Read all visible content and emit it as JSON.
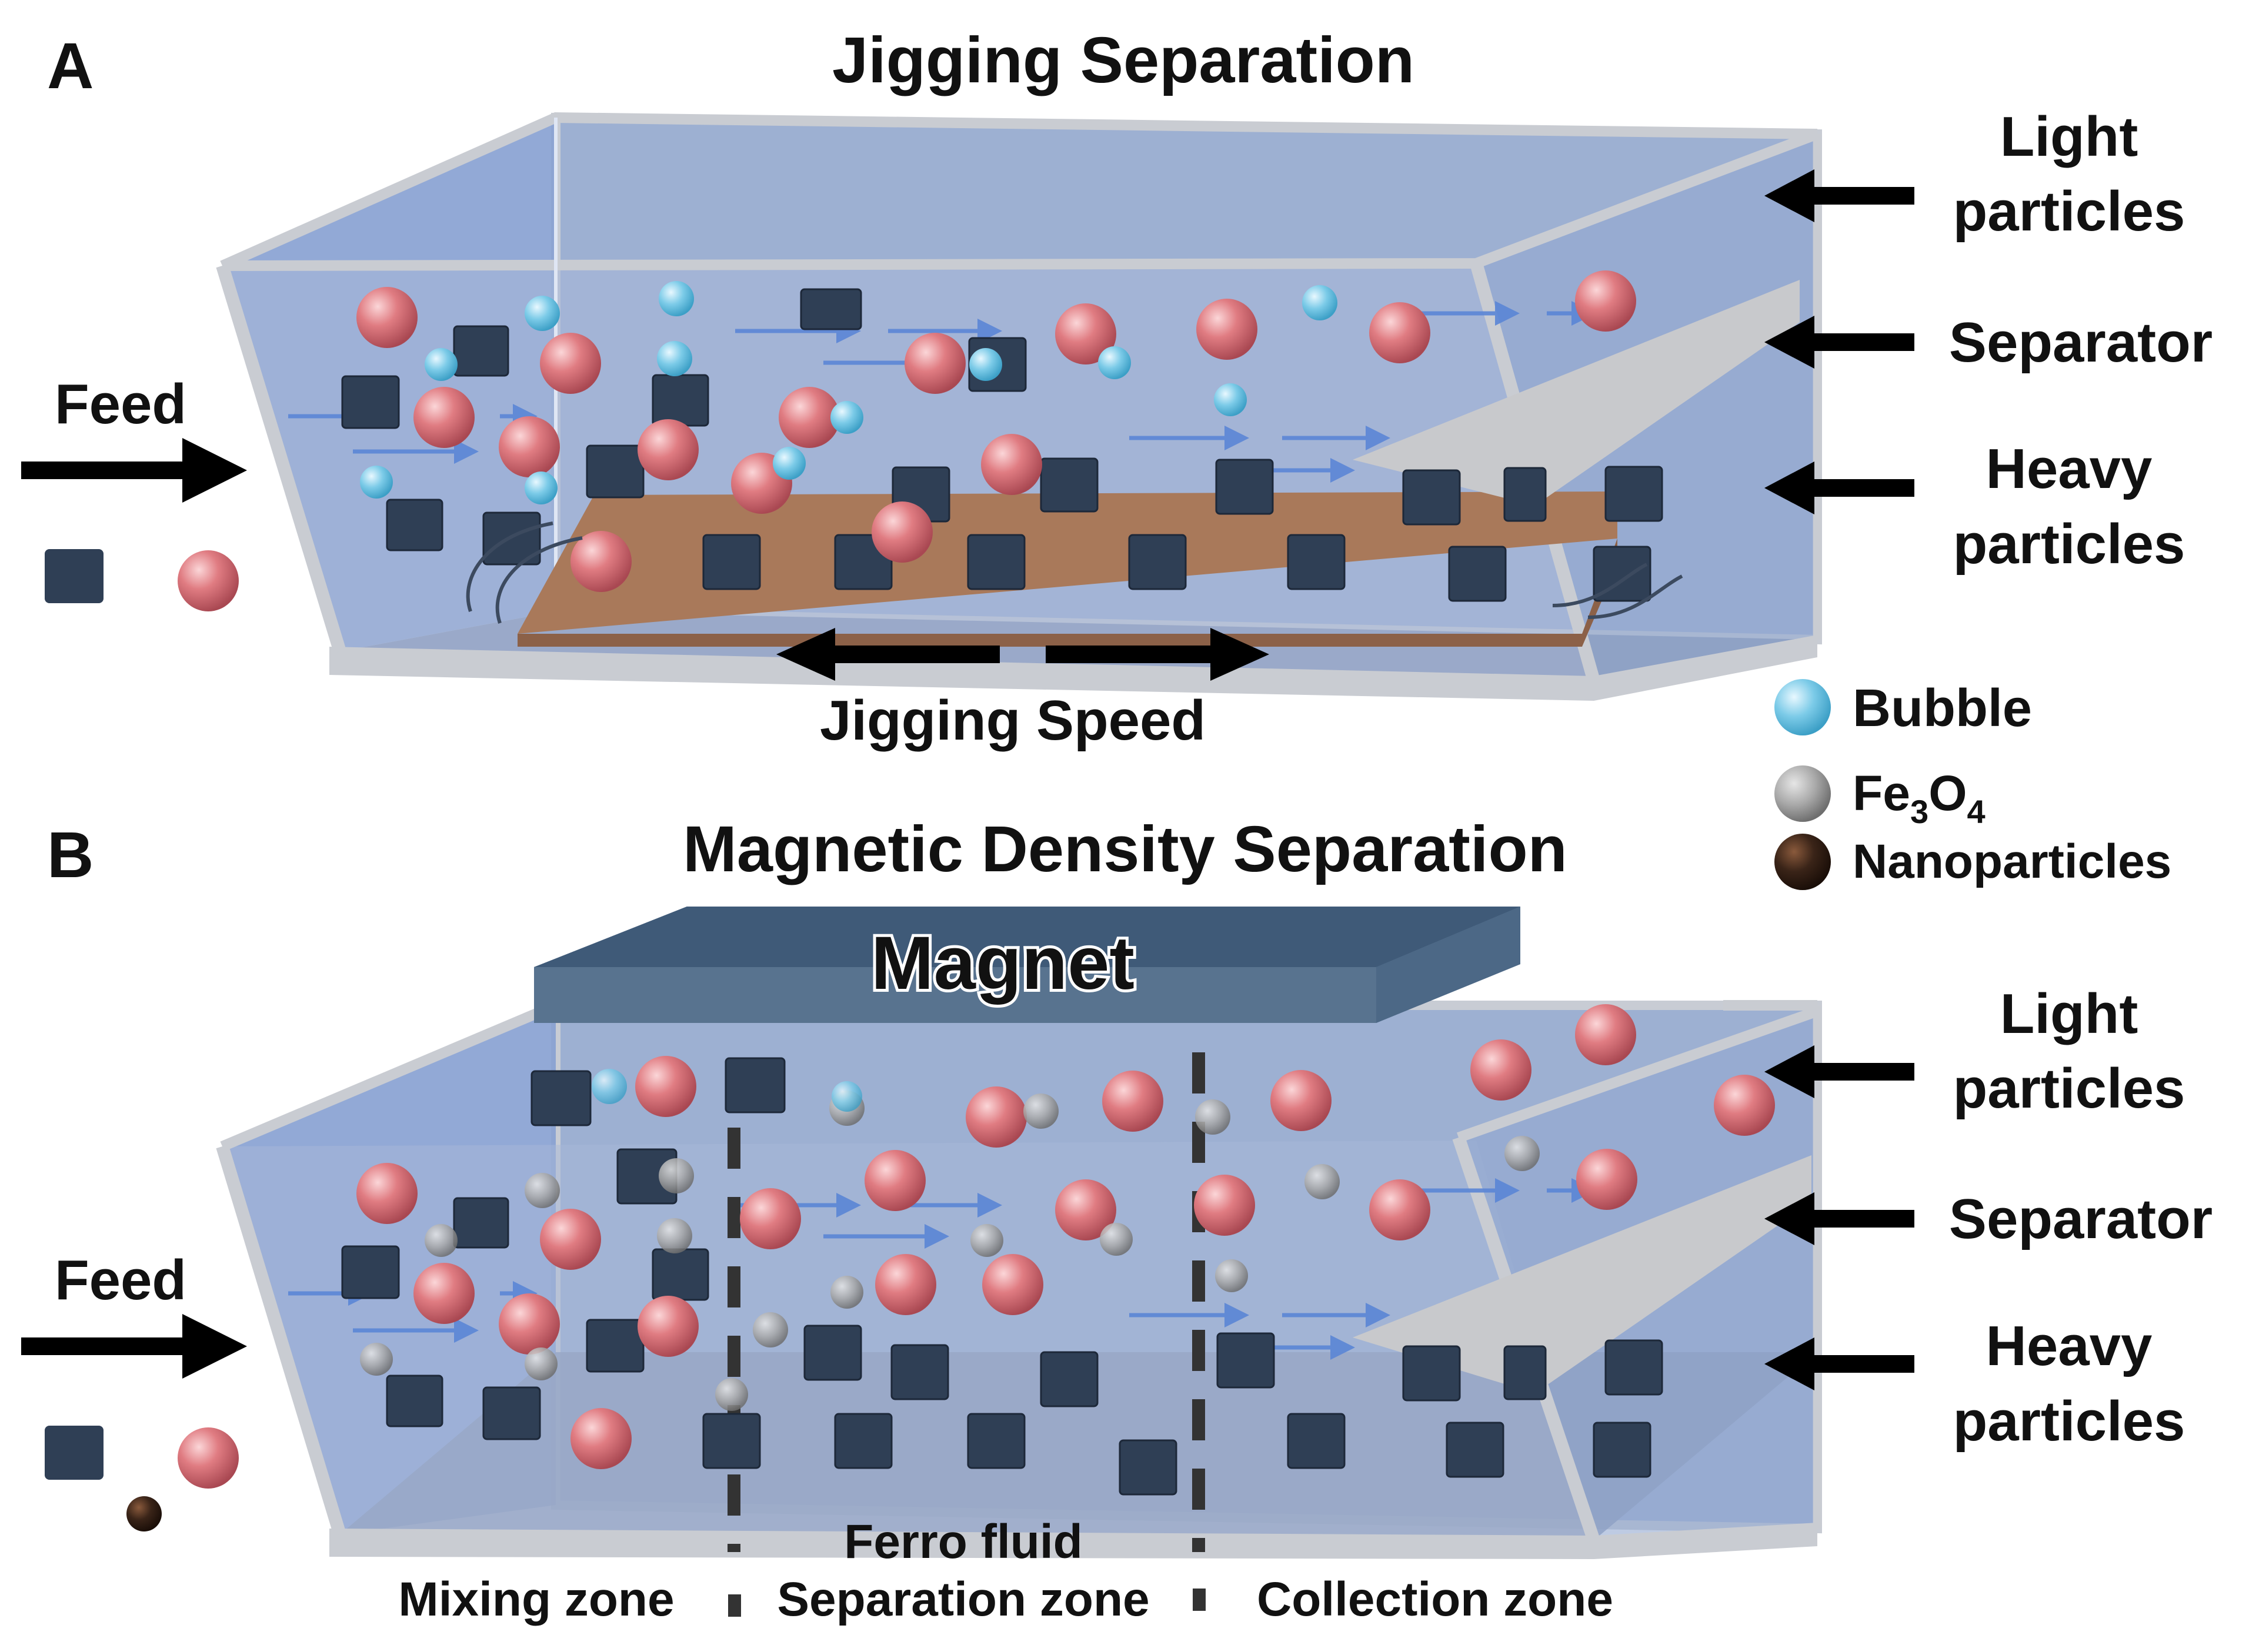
{
  "panel_a": {
    "letter": "A",
    "title": "Jigging Separation",
    "feed": "Feed",
    "light_particles": [
      "Light",
      "particles"
    ],
    "separator": "Separator",
    "heavy_particles": [
      "Heavy",
      "particles"
    ],
    "jigging_speed": "Jigging Speed"
  },
  "legend": {
    "bubble": "Bubble",
    "fe3o4": {
      "main": "Fe",
      "sub1": "3",
      "mid": "O",
      "sub2": "4"
    },
    "nanoparticles": "Nanoparticles"
  },
  "panel_b": {
    "letter": "B",
    "title": "Magnetic Density Separation",
    "magnet": "Magnet",
    "feed": "Feed",
    "light_particles": [
      "Light",
      "particles"
    ],
    "separator": "Separator",
    "heavy_particles": [
      "Heavy",
      "particles"
    ],
    "ferro_fluid": "Ferro fluid",
    "zones": [
      "Mixing zone",
      "Separation zone",
      "Collection zone"
    ]
  },
  "colors": {
    "tank": "#9fb0cf",
    "tank_dark": "#7d93bd",
    "frame": "#c9ccd2",
    "plate": "#a9795a",
    "cube": "#2f3f55",
    "sphere": "#e07c82",
    "bubble": "#6fc3e3",
    "fe3o4": "#8d8d8d",
    "nano": "#3a2418",
    "magnet_top": "#3f5a78",
    "magnet_front": "#58738f",
    "separator": "#c8c9cc"
  }
}
